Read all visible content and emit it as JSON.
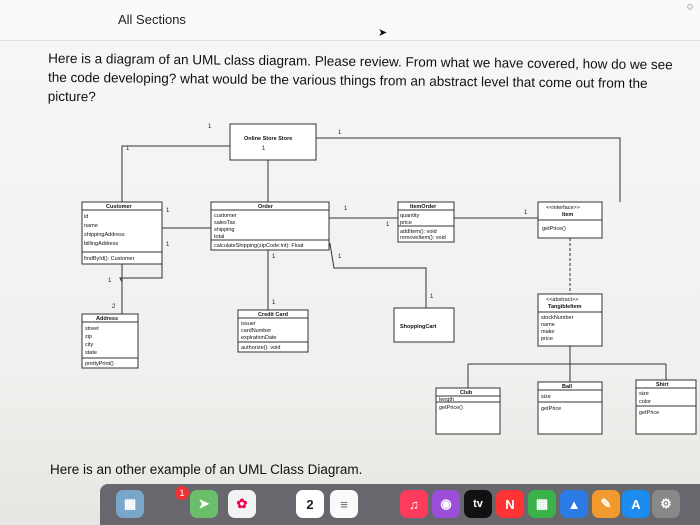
{
  "header": {
    "title": "All Sections"
  },
  "question": {
    "text": "Here is a diagram of an UML class diagram. Please review. From what we have covered, how do we see the code developing? what would be the various things from an abstract level that come out from the picture?"
  },
  "footer": {
    "text": "Here is an other example of an UML Class Diagram."
  },
  "dock": {
    "calendar_day": "2",
    "badge": "1",
    "tv_label": "tv"
  },
  "uml": {
    "store": {
      "title": "Online Store Store"
    },
    "customer": {
      "title": "Customer",
      "attrs": [
        "id",
        "name",
        "shippingAddress",
        "billingAddress"
      ],
      "methods": [
        "findById(): Customer"
      ]
    },
    "order": {
      "title": "Order",
      "attrs": [
        "customer",
        "salesTax",
        "shipping",
        "total"
      ],
      "methods": [
        "calculateShipping(zipCode:int): Float"
      ]
    },
    "itemorder": {
      "title": "ItemOrder",
      "attrs": [
        "quantity",
        "price"
      ],
      "methods": [
        "addItem(): void",
        "removeItem(): void"
      ]
    },
    "item": {
      "stereotype": "<<interface>>",
      "title": "Item",
      "methods": [
        "getPrice()"
      ]
    },
    "address": {
      "title": "Address",
      "attrs": [
        "street",
        "zip",
        "city",
        "state"
      ],
      "methods": [
        "prettyPrint()"
      ]
    },
    "creditcard": {
      "title": "Credit Card",
      "attrs": [
        "issuer",
        "cardNumber",
        "expirationDate"
      ],
      "methods": [
        "authorize(): void"
      ]
    },
    "shoppingcart": {
      "title": "ShoppingCart"
    },
    "tangible": {
      "stereotype": "<<abstract>>",
      "title": "TangibleItem",
      "attrs": [
        "stockNumber",
        "name",
        "make",
        "price"
      ]
    },
    "club": {
      "title": "Club",
      "attrs": [
        "length"
      ],
      "methods": [
        "getPrice()"
      ]
    },
    "ball": {
      "title": "Ball",
      "attrs": [
        "size"
      ],
      "methods": [
        "getPrice"
      ]
    },
    "shirt": {
      "title": "Shirt",
      "attrs": [
        "size",
        "color"
      ],
      "methods": [
        "getPrice"
      ]
    },
    "multiplicities": [
      "1",
      "1",
      "1",
      "1",
      "1",
      "1",
      "1",
      "1",
      "2",
      "1",
      "1",
      "1",
      "1",
      "1",
      "1"
    ]
  }
}
